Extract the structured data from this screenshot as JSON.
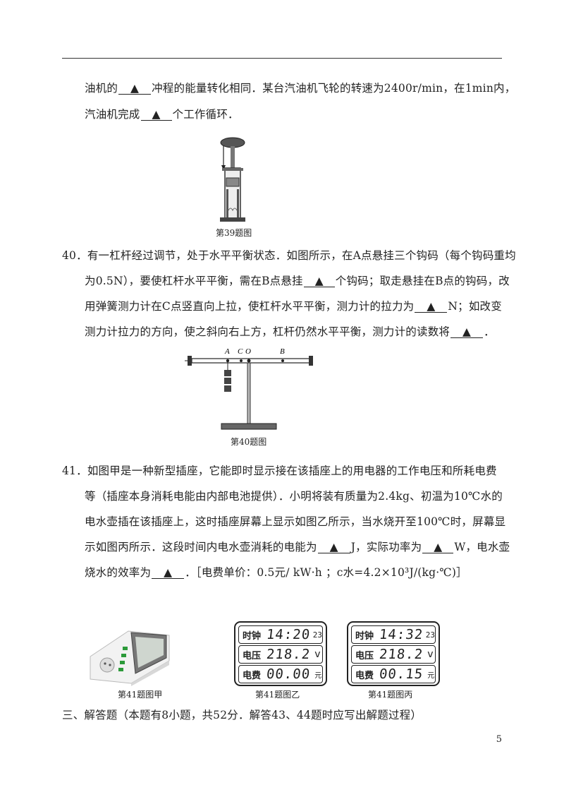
{
  "q39_cont": {
    "l1_a": "油机的",
    "blank": "▲",
    "l1_b": "冲程的能量转化相同．某台汽油机飞轮的转速为2400r/min，在1min内，",
    "l2_a": "汽油机完成",
    "l2_b": "个工作循环．",
    "caption": "第39题图"
  },
  "q40": {
    "l1": "40．有一杠杆经过调节，处于水平平衡状态．如图所示，在A点悬挂三个钩码（每个钩码重均",
    "l2_a": "为0.5N），要使杠杆水平平衡，需在B点悬挂",
    "l2_b": "个钩码；取走悬挂在B点的钩码，改",
    "l3_a": "用弹簧测力计在C点竖直向上拉，使杠杆水平平衡，测力计的拉力为",
    "l3_b": "N；如改变",
    "l4_a": "测力计拉力的方向，使之斜向右上方，杠杆仍然水平平衡，测力计的读数将",
    "l4_b": "．",
    "labels": {
      "A": "A",
      "C": "C",
      "O": "O",
      "B": "B"
    },
    "caption": "第40题图"
  },
  "q41": {
    "l1": "41．如图甲是一种新型插座，它能即时显示接在该插座上的用电器的工作电压和所耗电费",
    "l2": "等（插座本身消耗电能由内部电池提供）．小明将装有质量为2.4kg、初温为10℃水的",
    "l3": "电水壶插在该插座上，这时插座屏幕上显示如图乙所示，当水烧开至100℃时，屏幕显",
    "l4_a": "示如图丙所示．这段时间内电水壶消耗的电能为",
    "l4_b": "J，实际功率为",
    "l4_c": "W，电水壶",
    "l5_a": "烧水的效率为",
    "l5_b": "．［电费单价：0.5元/ kW·h ；c水=4.2×10³J/(kg·℃)］",
    "cap_jia": "第41题图甲",
    "cap_yi": "第41题图乙",
    "cap_bing": "第41题图丙",
    "labels": {
      "time": "时钟",
      "voltage": "电压",
      "cost": "电费",
      "unit_v": "v",
      "unit_yuan": "元"
    },
    "display_yi": {
      "time": "14:20",
      "sec": "23",
      "voltage": "218.2",
      "cost": "00.00"
    },
    "display_bing": {
      "time": "14:32",
      "sec": "23",
      "voltage": "218.2",
      "cost": "00.15"
    }
  },
  "section3": "三、解答题（本题有8小题，共52分．解答43、44题时应写出解题过程）",
  "page_number": "5"
}
